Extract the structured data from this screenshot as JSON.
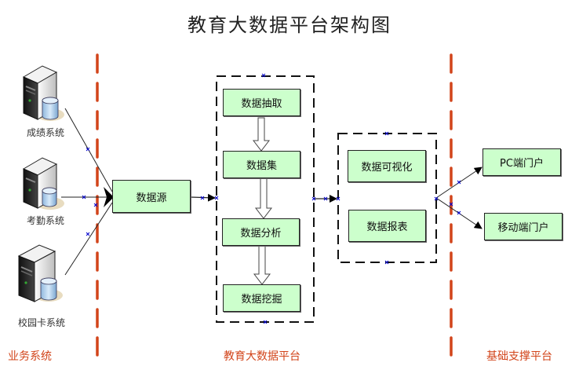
{
  "title": "教育大数据平台架构图",
  "colors": {
    "box_fill": "#ccffcc",
    "divider": "#d2441a",
    "zone_label": "#d2441a",
    "connector_marker": "#0000cc"
  },
  "zones": {
    "business": "业务系统",
    "platform": "教育大数据平台",
    "support": "基础支撑平台"
  },
  "sources": [
    {
      "label": "成绩系统",
      "icon": "server-database-icon"
    },
    {
      "label": "考勤系统",
      "icon": "server-database-icon"
    },
    {
      "label": "校园卡系统",
      "icon": "server-database-icon"
    }
  ],
  "data_source": "数据源",
  "pipeline": [
    "数据抽取",
    "数据集",
    "数据分析",
    "数据挖掘"
  ],
  "outputs": [
    "数据可视化",
    "数据报表"
  ],
  "portals": [
    "PC端门户",
    "移动端门户"
  ]
}
